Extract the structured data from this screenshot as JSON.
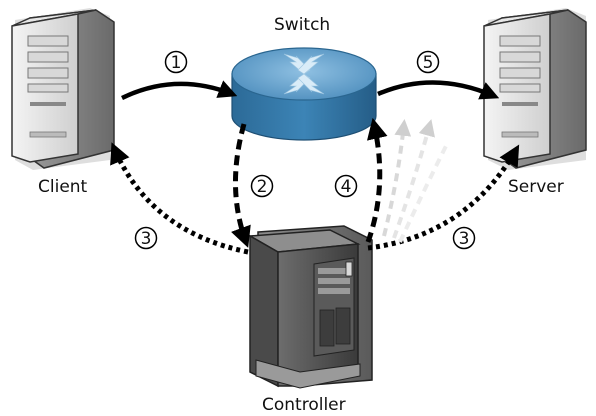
{
  "nodes": {
    "switch": {
      "label": "Switch",
      "icon": "network-switch-icon"
    },
    "client": {
      "label": "Client",
      "icon": "server-tower-icon"
    },
    "server": {
      "label": "Server",
      "icon": "server-tower-icon"
    },
    "controller": {
      "label": "Controller",
      "icon": "controller-tower-icon"
    }
  },
  "steps": {
    "s1": "1",
    "s2": "2",
    "s3_left": "3",
    "s3_right": "3",
    "s4": "4",
    "s5": "5"
  },
  "colors": {
    "switch_top": "#6fa3c8",
    "switch_side": "#2f6b96",
    "arrow": "#000000",
    "ghost_arrow": "#c8c8c8"
  }
}
